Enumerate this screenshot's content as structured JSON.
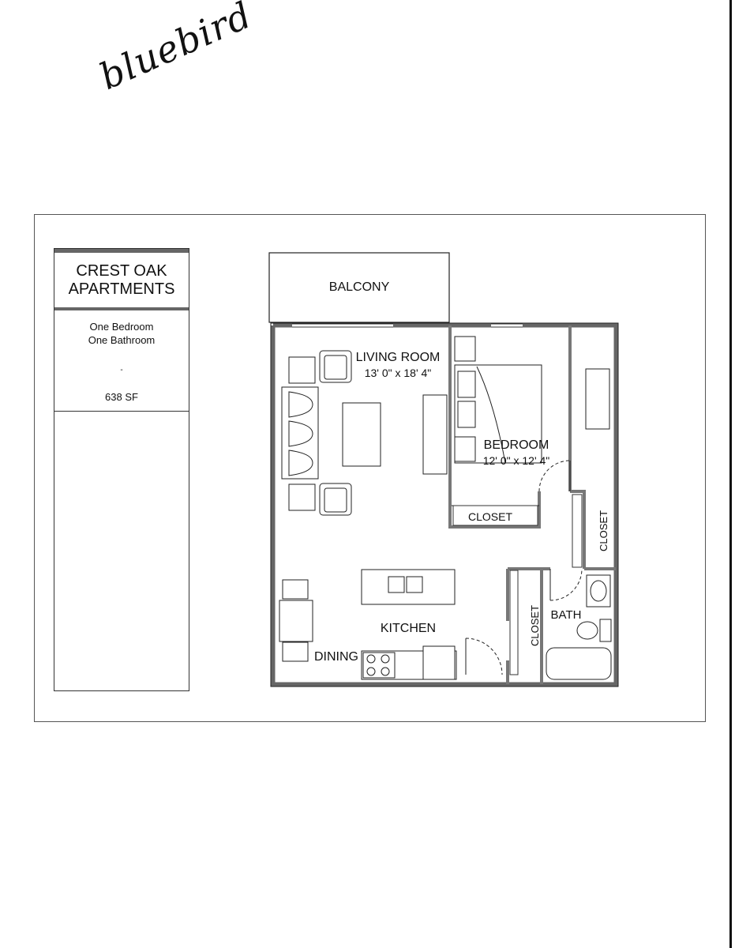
{
  "annotation": {
    "handwriting": "bluebird"
  },
  "sheet": {
    "title_line1": "CREST OAK",
    "title_line2": "APARTMENTS",
    "unit_type_line1": "One Bedroom",
    "unit_type_line2": "One Bathroom",
    "separator": "-",
    "area": "638 SF"
  },
  "floorplan": {
    "balcony": "BALCONY",
    "living_room": "LIVING ROOM",
    "living_room_size": "13' 0\" x 18' 4\"",
    "bedroom": "BEDROOM",
    "bedroom_size": "12' 0\" x 12' 4\"",
    "bedroom_closet": "CLOSET",
    "hall_closet": "CLOSET",
    "bath_closet": "CLOSET",
    "bath": "BATH",
    "kitchen": "KITCHEN",
    "dining": "DINING"
  }
}
